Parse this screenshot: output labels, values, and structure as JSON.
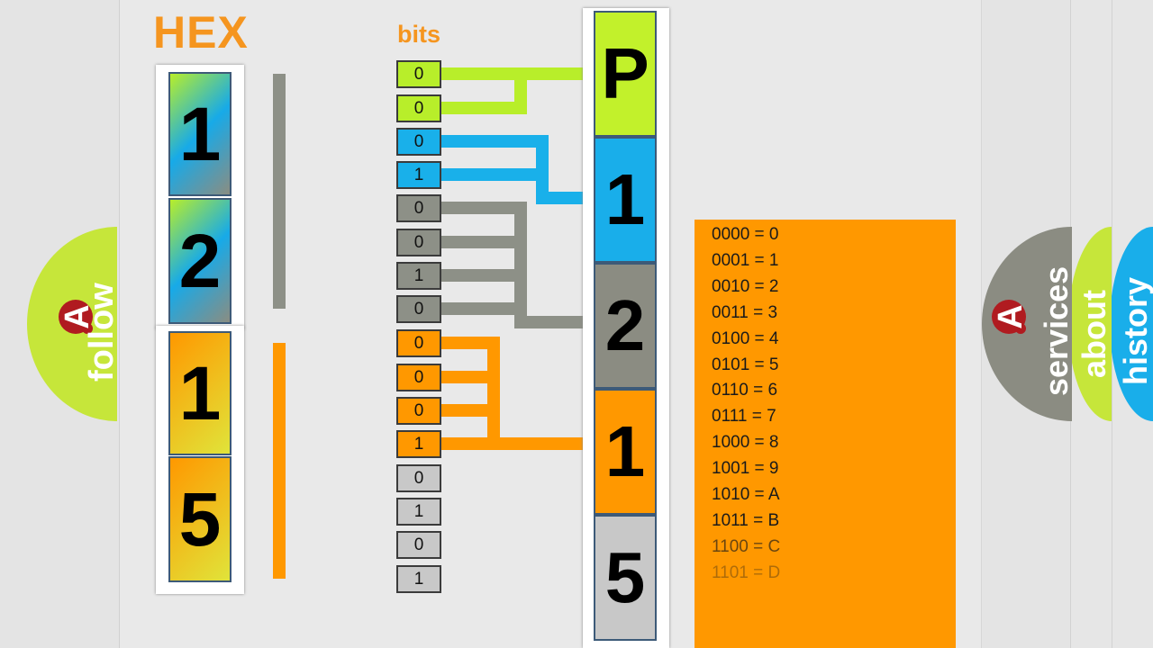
{
  "headings": {
    "hex": "HEX",
    "bits": "bits"
  },
  "hex_digits": [
    {
      "char": "1",
      "colors": [
        "#b8ee2a",
        "#17aae8",
        "#8a8d82"
      ]
    },
    {
      "char": "2",
      "colors": [
        "#b8ee2a",
        "#17aae8",
        "#8a8d82"
      ]
    },
    {
      "char": "1",
      "colors": [
        "#ff9800",
        "#e0e43a"
      ]
    },
    {
      "char": "5",
      "colors": [
        "#ff9800",
        "#e0e43a"
      ]
    }
  ],
  "bit_column": [
    {
      "value": "0",
      "color": "#b8ee2a"
    },
    {
      "value": "0",
      "color": "#b8ee2a"
    },
    {
      "value": "0",
      "color": "#19b0ea"
    },
    {
      "value": "1",
      "color": "#19b0ea"
    },
    {
      "value": "0",
      "color": "#8d9087"
    },
    {
      "value": "0",
      "color": "#8d9087"
    },
    {
      "value": "1",
      "color": "#8d9087"
    },
    {
      "value": "0",
      "color": "#8d9087"
    },
    {
      "value": "0",
      "color": "#ff9800"
    },
    {
      "value": "0",
      "color": "#ff9800"
    },
    {
      "value": "0",
      "color": "#ff9800"
    },
    {
      "value": "1",
      "color": "#ff9800"
    },
    {
      "value": "0",
      "color": "#c8c8c8"
    },
    {
      "value": "1",
      "color": "#c8c8c8"
    },
    {
      "value": "0",
      "color": "#c8c8c8"
    },
    {
      "value": "1",
      "color": "#c8c8c8"
    }
  ],
  "ascii_column": [
    {
      "char": "P",
      "color": "#c2f12b"
    },
    {
      "char": "1",
      "color": "#19aeea"
    },
    {
      "char": "2",
      "color": "#8b8c82"
    },
    {
      "char": "1",
      "color": "#ff9800"
    },
    {
      "char": "5",
      "color": "#c8c8c8"
    }
  ],
  "lookup_table": [
    "0000 = 0",
    "0001 = 1",
    "0010 = 2",
    "0011 = 3",
    "0100 = 4",
    "0101 = 5",
    "0110 = 6",
    "0111 = 7",
    "1000 = 8",
    "1001 = 9",
    "1010 = A",
    "1011 = B",
    "1100 = C",
    "1101 = D"
  ],
  "nav_tabs": {
    "follow": {
      "label": "follow",
      "color": "#c6e63a"
    },
    "services": {
      "label": "services",
      "color": "#8b8c82"
    },
    "about": {
      "label": "about",
      "color": "#c6e63a"
    },
    "history": {
      "label": "history",
      "color": "#19aeea"
    }
  },
  "colors": {
    "accent": "#f5951f",
    "logo": "#b01b20"
  }
}
